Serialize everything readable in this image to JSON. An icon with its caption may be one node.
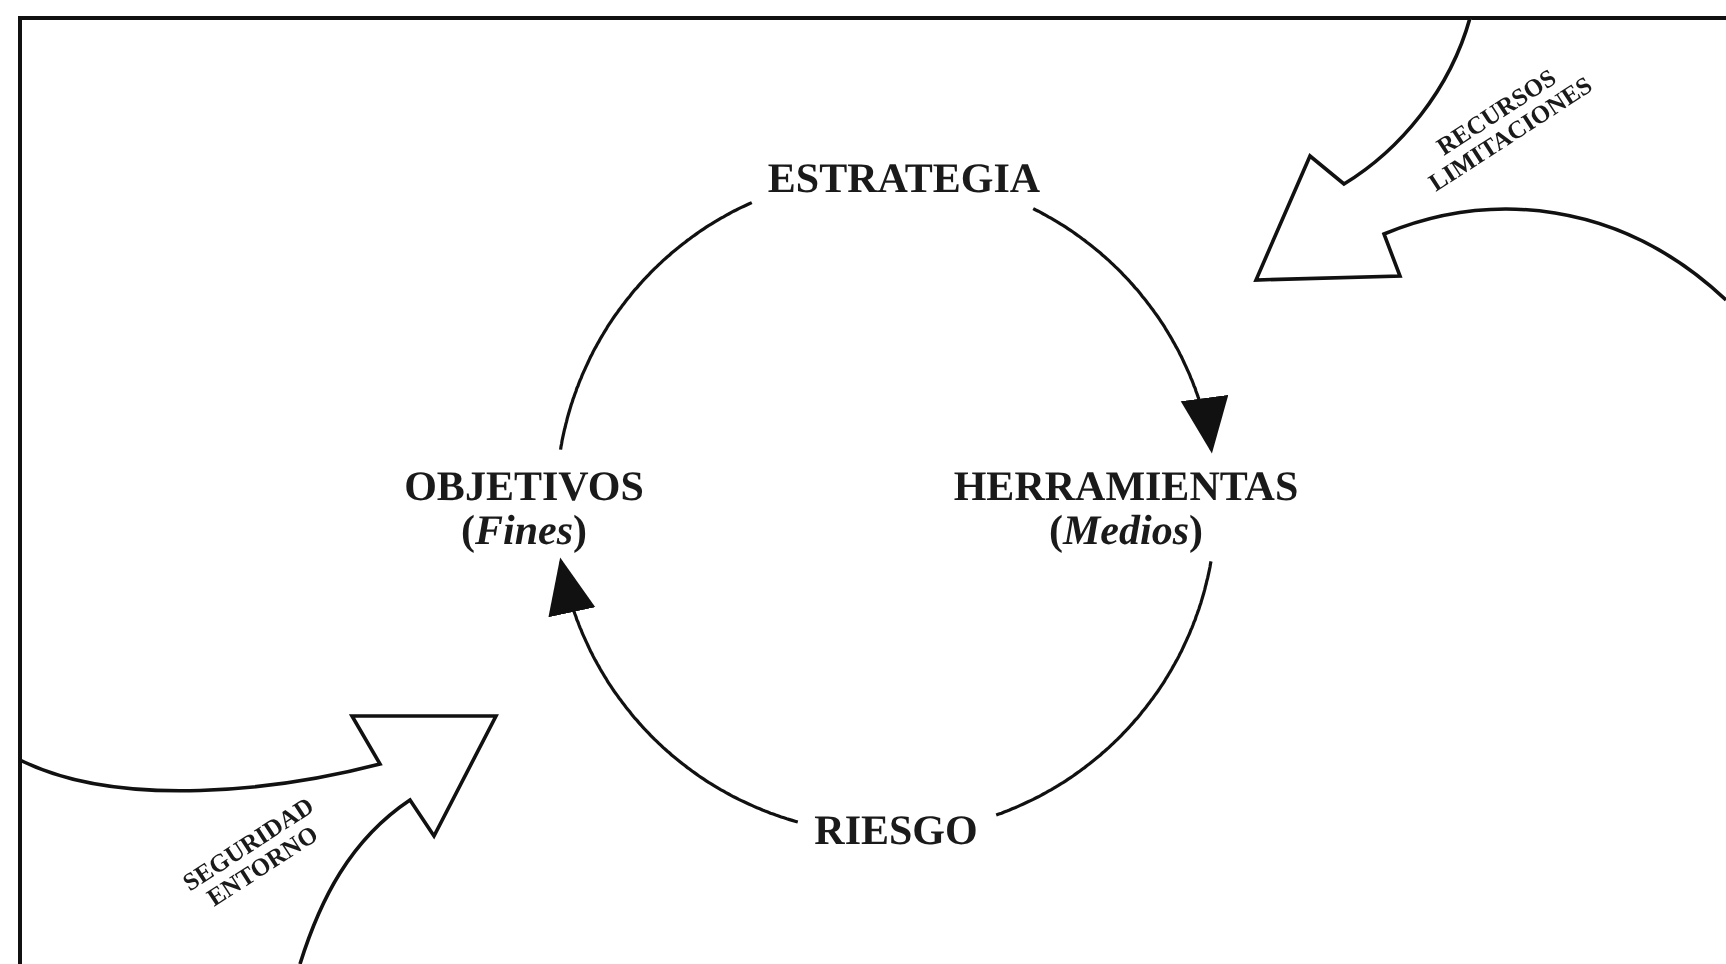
{
  "diagram": {
    "nodes": [
      {
        "text": [
          "ESTRATEGIA"
        ]
      },
      {
        "text": [
          "HERRAMIENTAS",
          "(*Medios*)"
        ]
      },
      {
        "text": [
          "RIESGO"
        ]
      },
      {
        "text": [
          "OBJETIVOS",
          "(*Fines*)"
        ]
      }
    ],
    "edges": [
      {
        "from": 0,
        "to": 1,
        "arrow": "to"
      },
      {
        "from": 1,
        "to": 2,
        "arrow": "none"
      },
      {
        "from": 2,
        "to": 3,
        "arrow": "to"
      },
      {
        "from": 3,
        "to": 0,
        "arrow": "none"
      }
    ],
    "labels": [
      "RECURSOS LIMITACIONES",
      "SEGURIDAD ENTORNO"
    ]
  }
}
